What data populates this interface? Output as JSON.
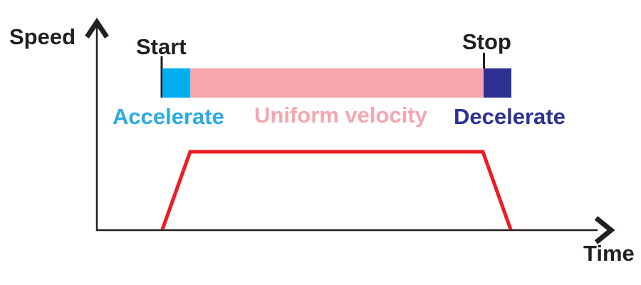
{
  "figure": {
    "background_color": "#FFFFFF",
    "axis_color": "#231F20",
    "y_axis_label": "Speed",
    "x_axis_label": "Time",
    "start_marker_label": "Start",
    "stop_marker_label": "Stop",
    "phases": [
      {
        "id": "accelerate",
        "label": "Accelerate",
        "bar_color": "#00AEEF",
        "text_color": "#29ABE2"
      },
      {
        "id": "uniform",
        "label": "Uniform velocity",
        "bar_color": "#F5A6AE",
        "text_color": "#F5A6AE"
      },
      {
        "id": "decelerate",
        "label": "Decelerate",
        "bar_color": "#2E3192",
        "text_color": "#2E3192"
      }
    ],
    "curve": {
      "type": "trapezoid",
      "color": "#ED1C24"
    }
  }
}
